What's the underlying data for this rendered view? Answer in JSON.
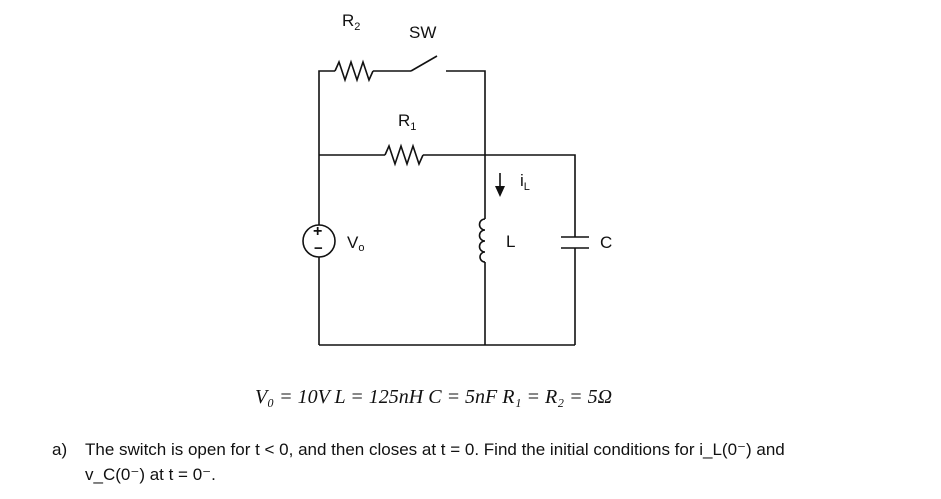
{
  "circuit": {
    "labels": {
      "r2": "R",
      "r2_sub": "2",
      "sw": "SW",
      "r1": "R",
      "r1_sub": "1",
      "vo": "V",
      "vo_sub": "o",
      "src_plus": "+",
      "src_minus": "−",
      "il": "i",
      "il_sub": "L",
      "l": "L",
      "c": "C"
    }
  },
  "equation": {
    "text": "V₀ = 10V  L = 125nH  C = 5nF  R₁ = R₂ = 5Ω"
  },
  "question": {
    "marker": "a)",
    "line1": "The switch is open for t < 0, and then closes at t = 0. Find the initial conditions for i_L(0⁻) and",
    "line2": "v_C(0⁻) at t = 0⁻."
  }
}
